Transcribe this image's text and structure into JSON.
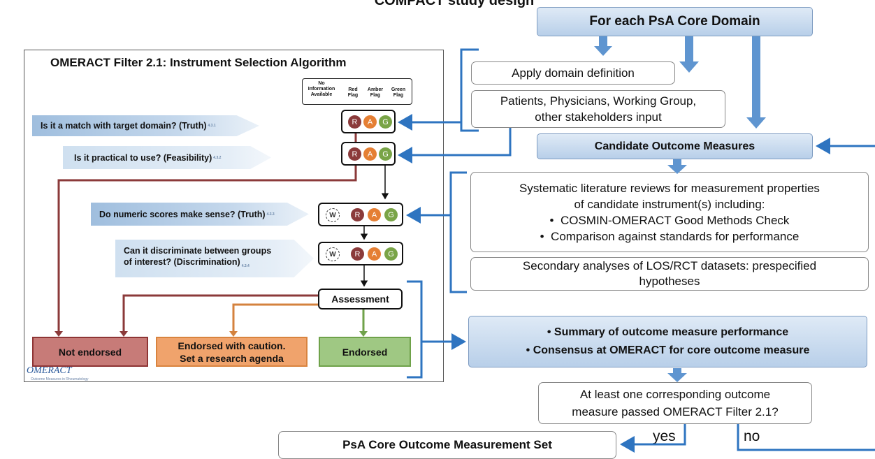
{
  "header": {
    "title": "COMPACT study design"
  },
  "filter_panel": {
    "title": "OMERACT Filter 2.1: Instrument Selection Algorithm",
    "legend": {
      "no_info": "No Information Available",
      "red": "Red Flag",
      "amber": "Amber Flag",
      "green": "Green Flag"
    },
    "questions": [
      {
        "text": "Is it a match with target domain? (Truth)",
        "ref": "4.3.1"
      },
      {
        "text": "Is it practical to use?  (Feasibility)",
        "ref": "4.3.2"
      },
      {
        "text": "Do numeric scores make sense? (Truth)",
        "ref": "4.3.3"
      },
      {
        "text": "Can it discriminate between groups of interest? (Discrimination)",
        "ref": "4.3.4"
      }
    ],
    "rag": {
      "w": "W",
      "r": "R",
      "a": "A",
      "g": "G"
    },
    "assessment": "Assessment",
    "outcomes": {
      "not_endorsed": "Not endorsed",
      "caution_line1": "Endorsed with caution.",
      "caution_line2": "Set a research agenda",
      "endorsed": "Endorsed"
    },
    "logo": {
      "text": "OMERACT",
      "sub": "Outcome Measures in Rheumatology"
    }
  },
  "flow": {
    "core_domain": "For each PsA Core Domain",
    "domain_definition": "Apply domain definition",
    "stakeholders_line1": "Patients, Physicians, Working Group,",
    "stakeholders_line2": "other stakeholders input",
    "candidates": "Candidate Outcome Measures",
    "slr_line1": "Systematic literature reviews for measurement properties",
    "slr_line2": "of candidate instrument(s) including:",
    "slr_bullet1": "COSMIN-OMERACT Good Methods Check",
    "slr_bullet2": "Comparison against standards for performance",
    "secondary_line1": "Secondary analyses of LOS/RCT datasets: prespecified",
    "secondary_line2": "hypotheses",
    "summary_line1": "Summary of outcome measure performance",
    "summary_line2": "Consensus at OMERACT for core outcome measure",
    "question_line1": "At least one corresponding outcome",
    "question_line2": "measure passed OMERACT Filter 2.1?",
    "yes": "yes",
    "no": "no",
    "final": "PsA Core Outcome Measurement Set"
  },
  "colors": {
    "accent_blue": "#2e74c0",
    "red": "#8b3a3a",
    "amber": "#e57f34",
    "green": "#79a447"
  }
}
